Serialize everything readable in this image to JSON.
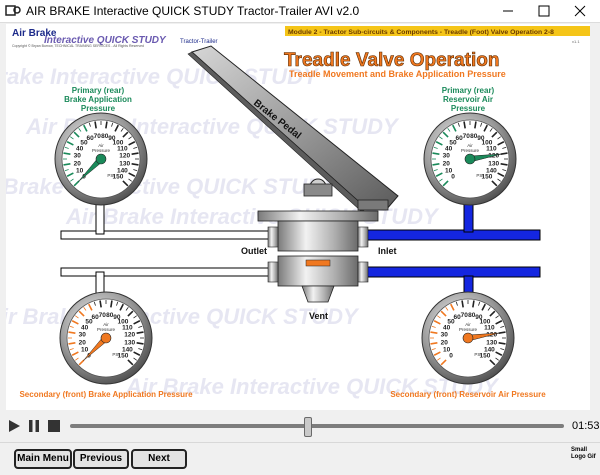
{
  "window": {
    "title": "AIR BRAKE Interactive QUICK STUDY Tractor-Trailer AVI v2.0"
  },
  "header": {
    "brand_line1": "Air Brake",
    "brand_line2": "Interactive QUICK STUDY",
    "brand_sub": "Tractor-Trailer",
    "copyright": "Copyright © Bryan Burrow, TECHNICAL TRAINING SERVICES - All Rights Reserved",
    "module_banner": "Module 2 - Tractor Sub-circuits & Components - Treadle (Foot) Valve Operation 2-8",
    "version": "v1.1",
    "watermark": "Air Brake Interactive QUICK STUDY"
  },
  "slide": {
    "title": "Treadle Valve Operation",
    "subtitle": "Treadle Movement and Brake Application Pressure",
    "pedal_label": "Brake Pedal",
    "outlet_label": "Outlet",
    "inlet_label": "Inlet",
    "vent_label": "Vent",
    "gauges": {
      "primary_brake": {
        "label_lines": [
          "Primary (rear)",
          "Brake Application",
          "Pressure"
        ],
        "needle_color": "#1a8a5a",
        "value": 0
      },
      "primary_reservoir": {
        "label_lines": [
          "Primary (rear)",
          "Reservoir Air",
          "Pressure"
        ],
        "needle_color": "#1a8a5a",
        "value": 120
      },
      "secondary_brake": {
        "label": "Secondary (front) Brake Application Pressure",
        "needle_color": "#f07820",
        "value": 0
      },
      "secondary_reservoir": {
        "label": "Secondary (front) Reservoir Air Pressure",
        "needle_color": "#f07820",
        "value": 120
      },
      "scale_labels": [
        "0",
        "10",
        "20",
        "30",
        "40",
        "50",
        "60",
        "70",
        "80",
        "90",
        "100",
        "110",
        "120",
        "130",
        "140",
        "150"
      ],
      "face_text_top": "Air",
      "face_text_mid": "Pressure",
      "face_unit": "PSI"
    },
    "colors": {
      "accent_orange": "#f07820",
      "primary_green": "#1a8a5a",
      "supply_blue": "#1426e0",
      "banner_yellow": "#f5c518"
    }
  },
  "player": {
    "time": "01:53",
    "progress_pct": 48
  },
  "nav": {
    "main_menu": "Main Menu",
    "previous": "Previous",
    "next": "Next",
    "logo_note": "Small Logo Gif"
  }
}
